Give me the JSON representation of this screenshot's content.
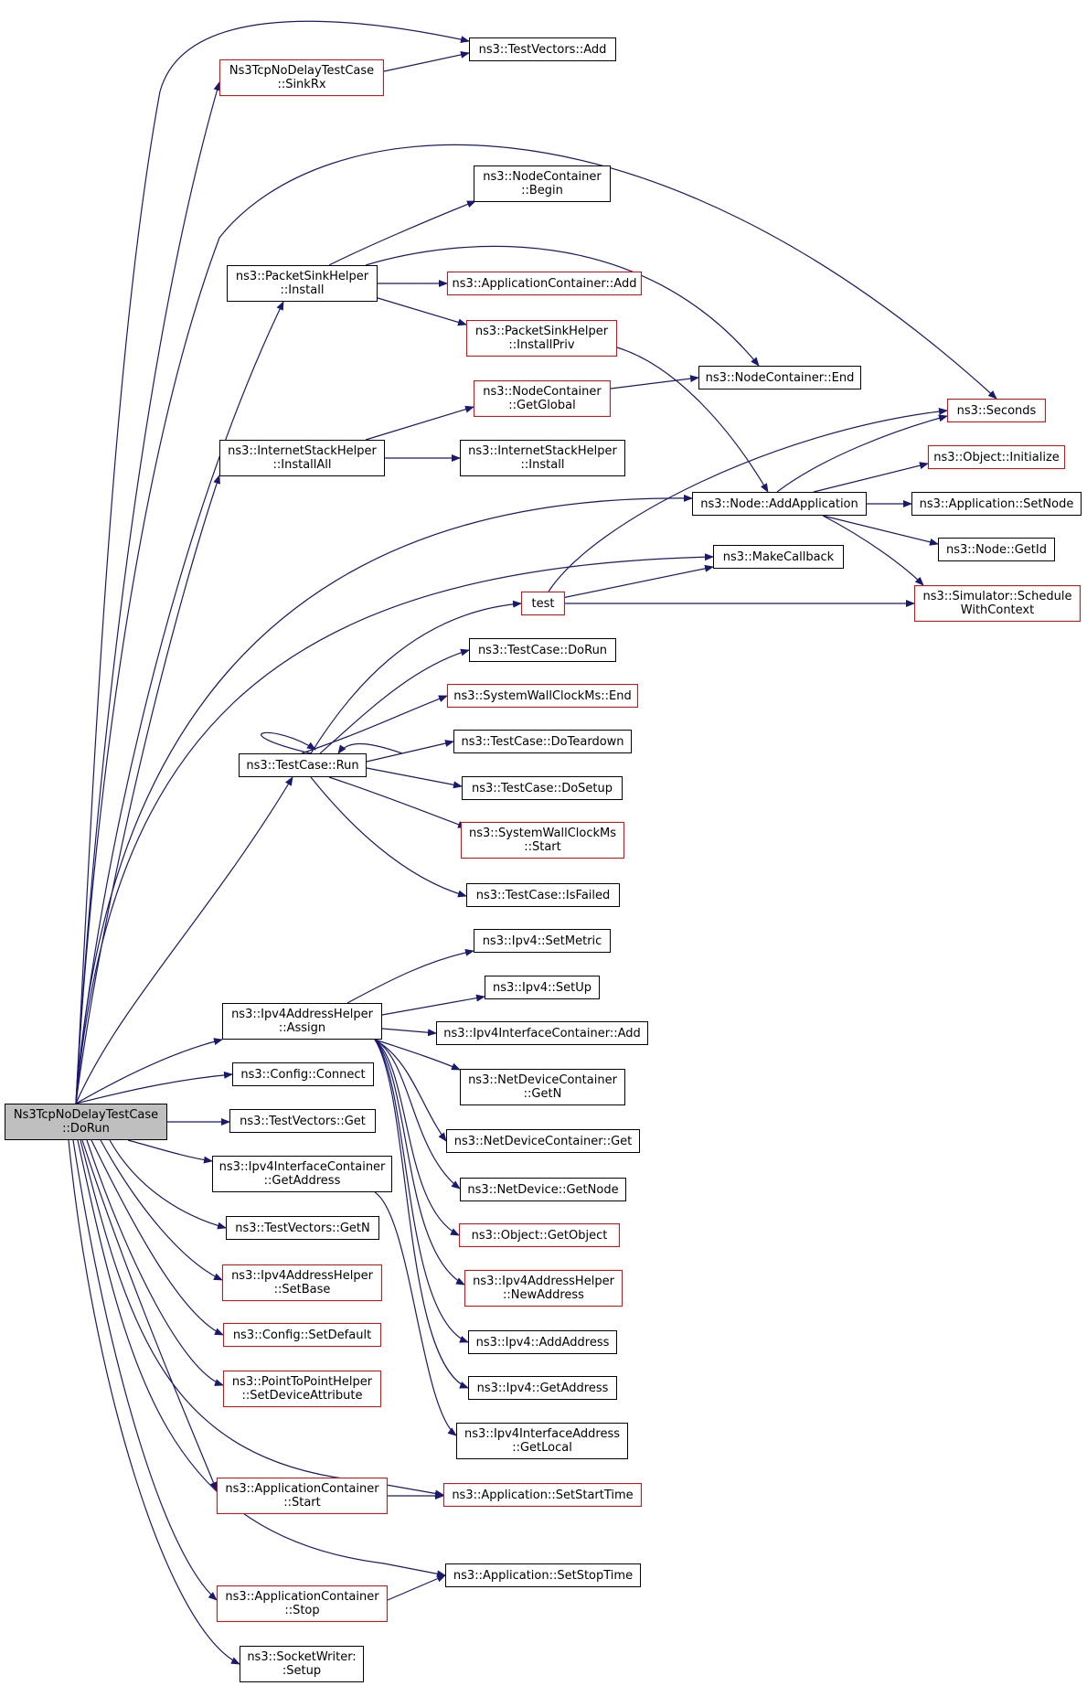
{
  "colors": {
    "edge": "#191970",
    "link_border": "#ff0000",
    "plain_border": "#000000",
    "root_fill": "#bfbfbf"
  },
  "nodes": {
    "root": {
      "lines": [
        "Ns3TcpNoDelayTestCase",
        "::DoRun"
      ],
      "style": "root"
    },
    "testvectors_add": {
      "lines": [
        "ns3::TestVectors::Add"
      ],
      "style": "plain"
    },
    "sinkrx": {
      "lines": [
        "Ns3TcpNoDelayTestCase",
        "::SinkRx"
      ],
      "style": "red"
    },
    "nc_begin": {
      "lines": [
        "ns3::NodeContainer",
        "::Begin"
      ],
      "style": "plain"
    },
    "psh_install": {
      "lines": [
        "ns3::PacketSinkHelper",
        "::Install"
      ],
      "style": "plain"
    },
    "appcont_add": {
      "lines": [
        "ns3::ApplicationContainer::Add"
      ],
      "style": "red"
    },
    "psh_installpriv": {
      "lines": [
        "ns3::PacketSinkHelper",
        "::InstallPriv"
      ],
      "style": "red"
    },
    "nc_end": {
      "lines": [
        "ns3::NodeContainer::End"
      ],
      "style": "plain"
    },
    "nc_getglobal": {
      "lines": [
        "ns3::NodeContainer",
        "::GetGlobal"
      ],
      "style": "red"
    },
    "seconds": {
      "lines": [
        "ns3::Seconds"
      ],
      "style": "red"
    },
    "ish_installall": {
      "lines": [
        "ns3::InternetStackHelper",
        "::InstallAll"
      ],
      "style": "plain"
    },
    "ish_install": {
      "lines": [
        "ns3::InternetStackHelper",
        "::Install"
      ],
      "style": "plain"
    },
    "obj_initialize": {
      "lines": [
        "ns3::Object::Initialize"
      ],
      "style": "red"
    },
    "node_addapp": {
      "lines": [
        "ns3::Node::AddApplication"
      ],
      "style": "plain"
    },
    "app_setnode": {
      "lines": [
        "ns3::Application::SetNode"
      ],
      "style": "plain"
    },
    "makecallback": {
      "lines": [
        "ns3::MakeCallback"
      ],
      "style": "plain"
    },
    "node_getid": {
      "lines": [
        "ns3::Node::GetId"
      ],
      "style": "plain"
    },
    "test": {
      "lines": [
        "test"
      ],
      "style": "red"
    },
    "sim_schedule": {
      "lines": [
        "ns3::Simulator::Schedule",
        "WithContext"
      ],
      "style": "red"
    },
    "tc_dorun": {
      "lines": [
        "ns3::TestCase::DoRun"
      ],
      "style": "plain"
    },
    "swc_end": {
      "lines": [
        "ns3::SystemWallClockMs::End"
      ],
      "style": "red"
    },
    "tc_doteardown": {
      "lines": [
        "ns3::TestCase::DoTeardown"
      ],
      "style": "plain"
    },
    "tc_run": {
      "lines": [
        "ns3::TestCase::Run"
      ],
      "style": "plain"
    },
    "tc_dosetup": {
      "lines": [
        "ns3::TestCase::DoSetup"
      ],
      "style": "plain"
    },
    "swc_start": {
      "lines": [
        "ns3::SystemWallClockMs",
        "::Start"
      ],
      "style": "red"
    },
    "tc_isfailed": {
      "lines": [
        "ns3::TestCase::IsFailed"
      ],
      "style": "plain"
    },
    "ipv4_setmetric": {
      "lines": [
        "ns3::Ipv4::SetMetric"
      ],
      "style": "plain"
    },
    "ipv4_setup": {
      "lines": [
        "ns3::Ipv4::SetUp"
      ],
      "style": "plain"
    },
    "iah_assign": {
      "lines": [
        "ns3::Ipv4AddressHelper",
        "::Assign"
      ],
      "style": "plain"
    },
    "iic_add": {
      "lines": [
        "ns3::Ipv4InterfaceContainer::Add"
      ],
      "style": "plain"
    },
    "config_connect": {
      "lines": [
        "ns3::Config::Connect"
      ],
      "style": "plain"
    },
    "ndc_getn": {
      "lines": [
        "ns3::NetDeviceContainer",
        "::GetN"
      ],
      "style": "plain"
    },
    "tv_get": {
      "lines": [
        "ns3::TestVectors::Get"
      ],
      "style": "plain"
    },
    "ndc_get": {
      "lines": [
        "ns3::NetDeviceContainer::Get"
      ],
      "style": "plain"
    },
    "iic_getaddress": {
      "lines": [
        "ns3::Ipv4InterfaceContainer",
        "::GetAddress"
      ],
      "style": "plain"
    },
    "nd_getnode": {
      "lines": [
        "ns3::NetDevice::GetNode"
      ],
      "style": "plain"
    },
    "tv_getn": {
      "lines": [
        "ns3::TestVectors::GetN"
      ],
      "style": "plain"
    },
    "obj_getobject": {
      "lines": [
        "ns3::Object::GetObject"
      ],
      "style": "red"
    },
    "iah_setbase": {
      "lines": [
        "ns3::Ipv4AddressHelper",
        "::SetBase"
      ],
      "style": "red"
    },
    "iah_newaddress": {
      "lines": [
        "ns3::Ipv4AddressHelper",
        "::NewAddress"
      ],
      "style": "red"
    },
    "config_setdefault": {
      "lines": [
        "ns3::Config::SetDefault"
      ],
      "style": "red"
    },
    "ipv4_addaddress": {
      "lines": [
        "ns3::Ipv4::AddAddress"
      ],
      "style": "plain"
    },
    "p2p_setdeviceattr": {
      "lines": [
        "ns3::PointToPointHelper",
        "::SetDeviceAttribute"
      ],
      "style": "red"
    },
    "ipv4_getaddress": {
      "lines": [
        "ns3::Ipv4::GetAddress"
      ],
      "style": "plain"
    },
    "iia_getlocal": {
      "lines": [
        "ns3::Ipv4InterfaceAddress",
        "::GetLocal"
      ],
      "style": "plain"
    },
    "appcont_start": {
      "lines": [
        "ns3::ApplicationContainer",
        "::Start"
      ],
      "style": "red"
    },
    "app_setstarttime": {
      "lines": [
        "ns3::Application::SetStartTime"
      ],
      "style": "red"
    },
    "app_setstoptime": {
      "lines": [
        "ns3::Application::SetStopTime"
      ],
      "style": "plain"
    },
    "appcont_stop": {
      "lines": [
        "ns3::ApplicationContainer",
        "::Stop"
      ],
      "style": "red"
    },
    "sw_setup": {
      "lines": [
        "ns3::SocketWriter:",
        ":Setup"
      ],
      "style": "plain"
    }
  }
}
